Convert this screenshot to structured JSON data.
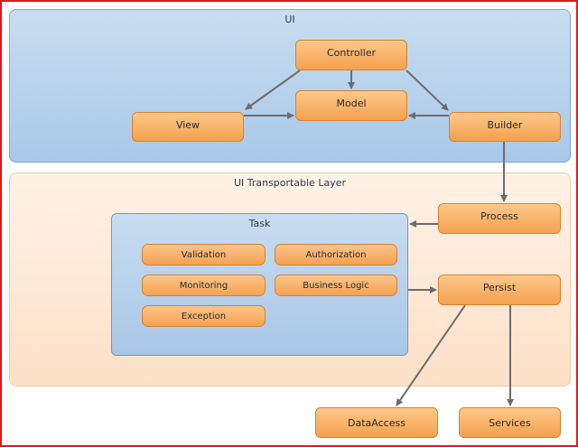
{
  "groups": {
    "ui": "UI",
    "layer": "UI Transportable Layer",
    "task": "Task"
  },
  "nodes": {
    "controller": "Controller",
    "model": "Model",
    "view": "View",
    "builder": "Builder",
    "process": "Process",
    "persist": "Persist",
    "data_access": "DataAccess",
    "services": "Services"
  },
  "task_items": {
    "validation": "Validation",
    "authorization": "Authorization",
    "monitoring": "Monitoring",
    "business_logic": "Business Logic",
    "exception": "Exception"
  },
  "colors": {
    "frame_border": "#e0171c",
    "ui_fill": "#b5d0ec",
    "layer_fill": "#fde6d2",
    "node_fill": "#f7b06a",
    "arrow": "#6d6d6d"
  }
}
